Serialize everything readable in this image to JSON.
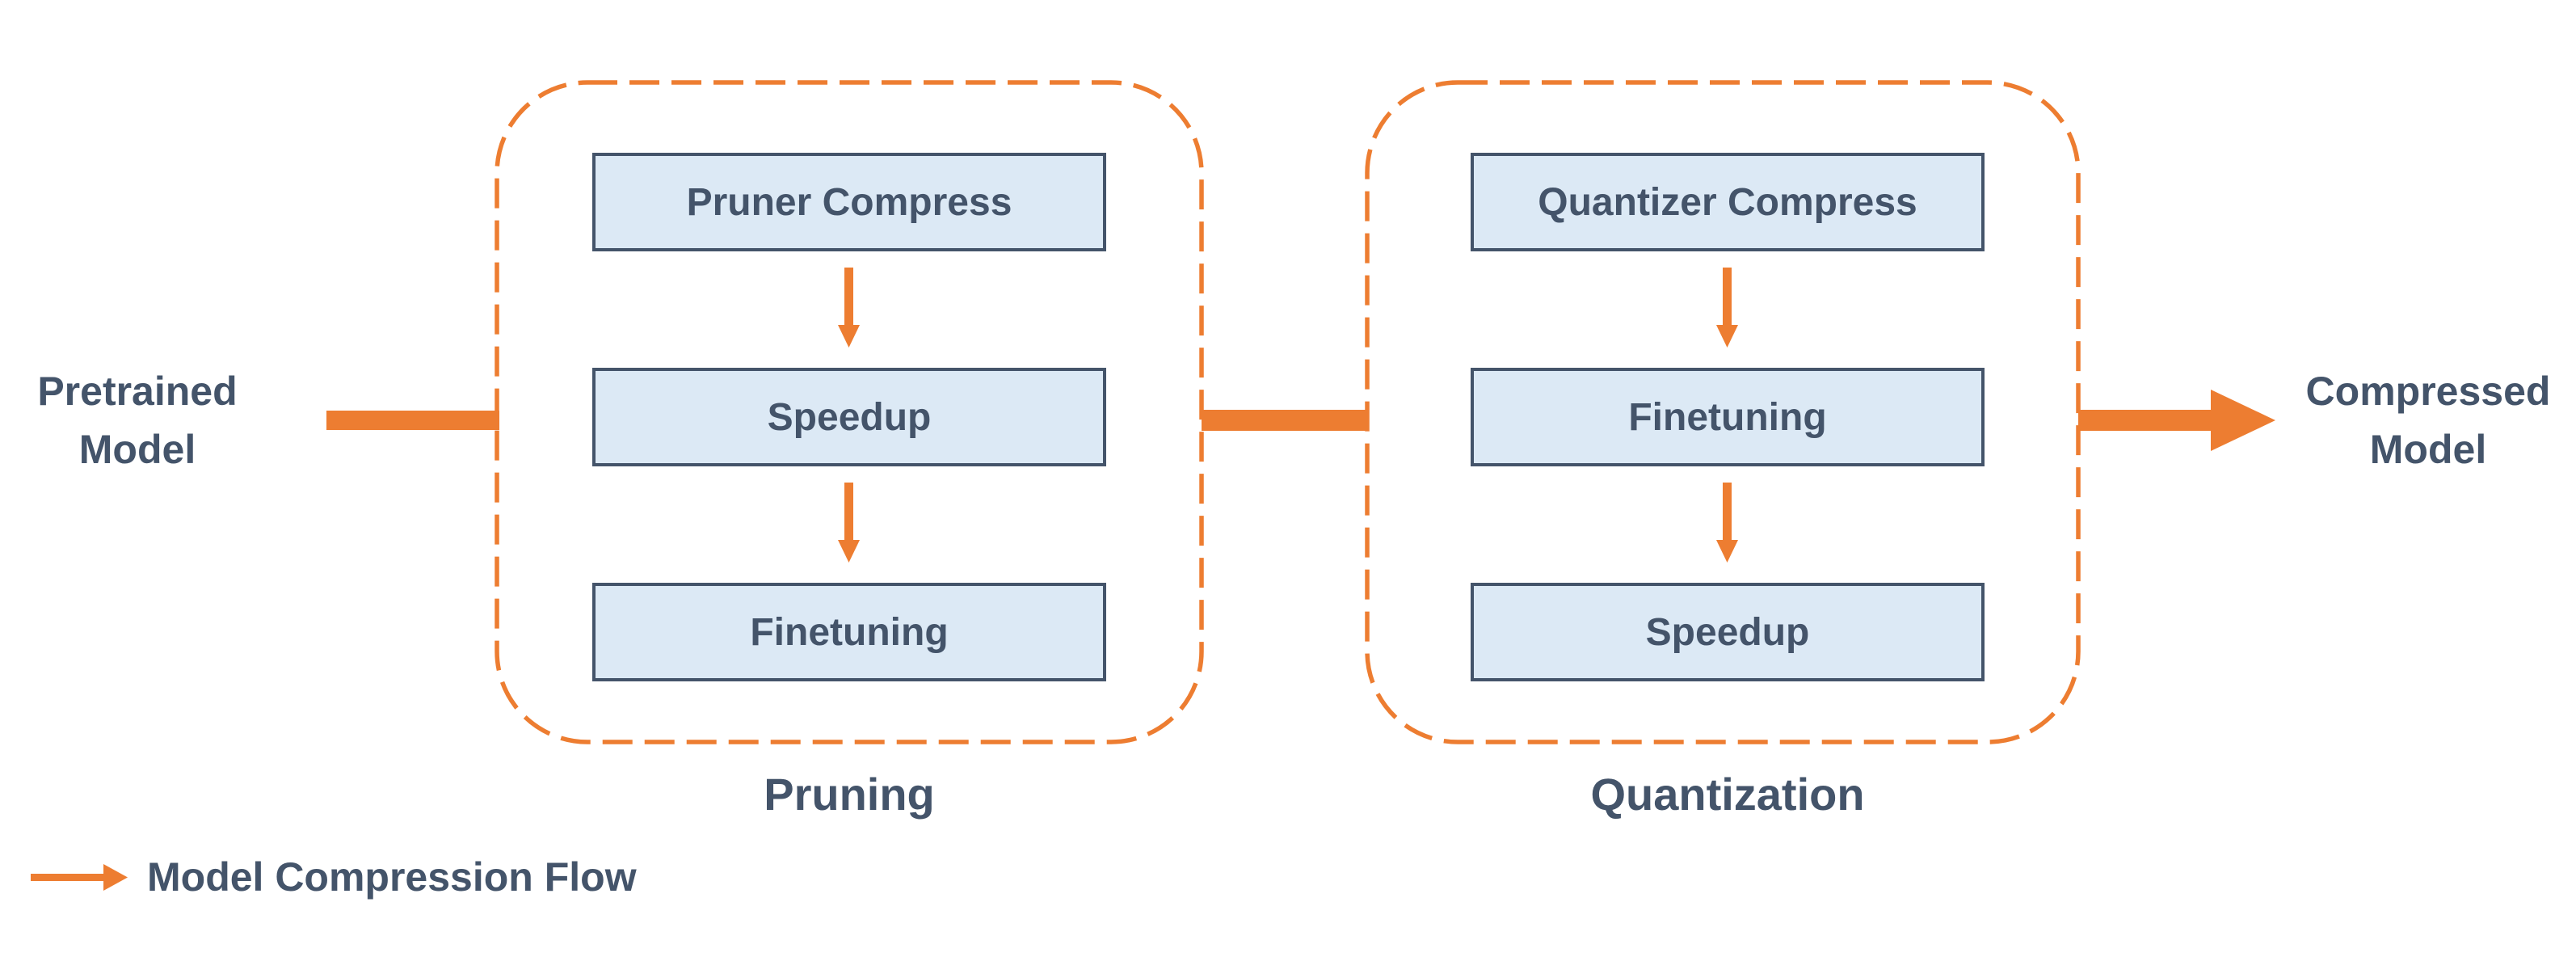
{
  "diagram": {
    "title_implicit": "Model compression pipeline",
    "input_label": {
      "line1": "Pretrained",
      "line2": "Model"
    },
    "output_label": {
      "line1": "Compressed",
      "line2": "Model"
    },
    "groups": [
      {
        "label": "Pruning",
        "steps": [
          "Pruner Compress",
          "Speedup",
          "Finetuning"
        ]
      },
      {
        "label": "Quantization",
        "steps": [
          "Quantizer Compress",
          "Finetuning",
          "Speedup"
        ]
      }
    ],
    "legend": {
      "label": "Model Compression Flow"
    },
    "colors": {
      "accent_orange": "#ED7D31",
      "node_fill": "#DCE9F5",
      "node_border": "#44546A",
      "text": "#44546A",
      "background": "#FFFFFF"
    }
  }
}
